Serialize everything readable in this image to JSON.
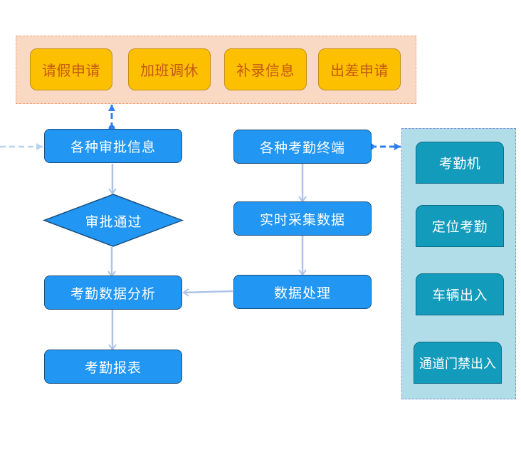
{
  "request_group": {
    "items": [
      {
        "label": "请假申请"
      },
      {
        "label": "加班调休"
      },
      {
        "label": "补录信息"
      },
      {
        "label": "出差申请"
      }
    ]
  },
  "approval_flow": {
    "approval_info": "各种审批信息",
    "decision": "审批通过",
    "analysis": "考勤数据分析",
    "report": "考勤报表"
  },
  "collection_flow": {
    "terminals": "各种考勤终端",
    "realtime_collect": "实时采集数据",
    "processing": "数据处理"
  },
  "device_group": {
    "items": [
      {
        "label": "考勤机"
      },
      {
        "label": "定位考勤"
      },
      {
        "label": "车辆出入"
      },
      {
        "label": "通道门禁出入"
      }
    ]
  },
  "colors": {
    "process_fill": "#2196f3",
    "request_fill": "#fdc000",
    "request_text": "#c55a11",
    "request_group_bg": "#fad9c4",
    "device_fill": "#139bbb",
    "device_group_bg": "#b0dde8",
    "flow_arrow": "#aec3e6",
    "dashed_link": "#2f7ff0"
  }
}
